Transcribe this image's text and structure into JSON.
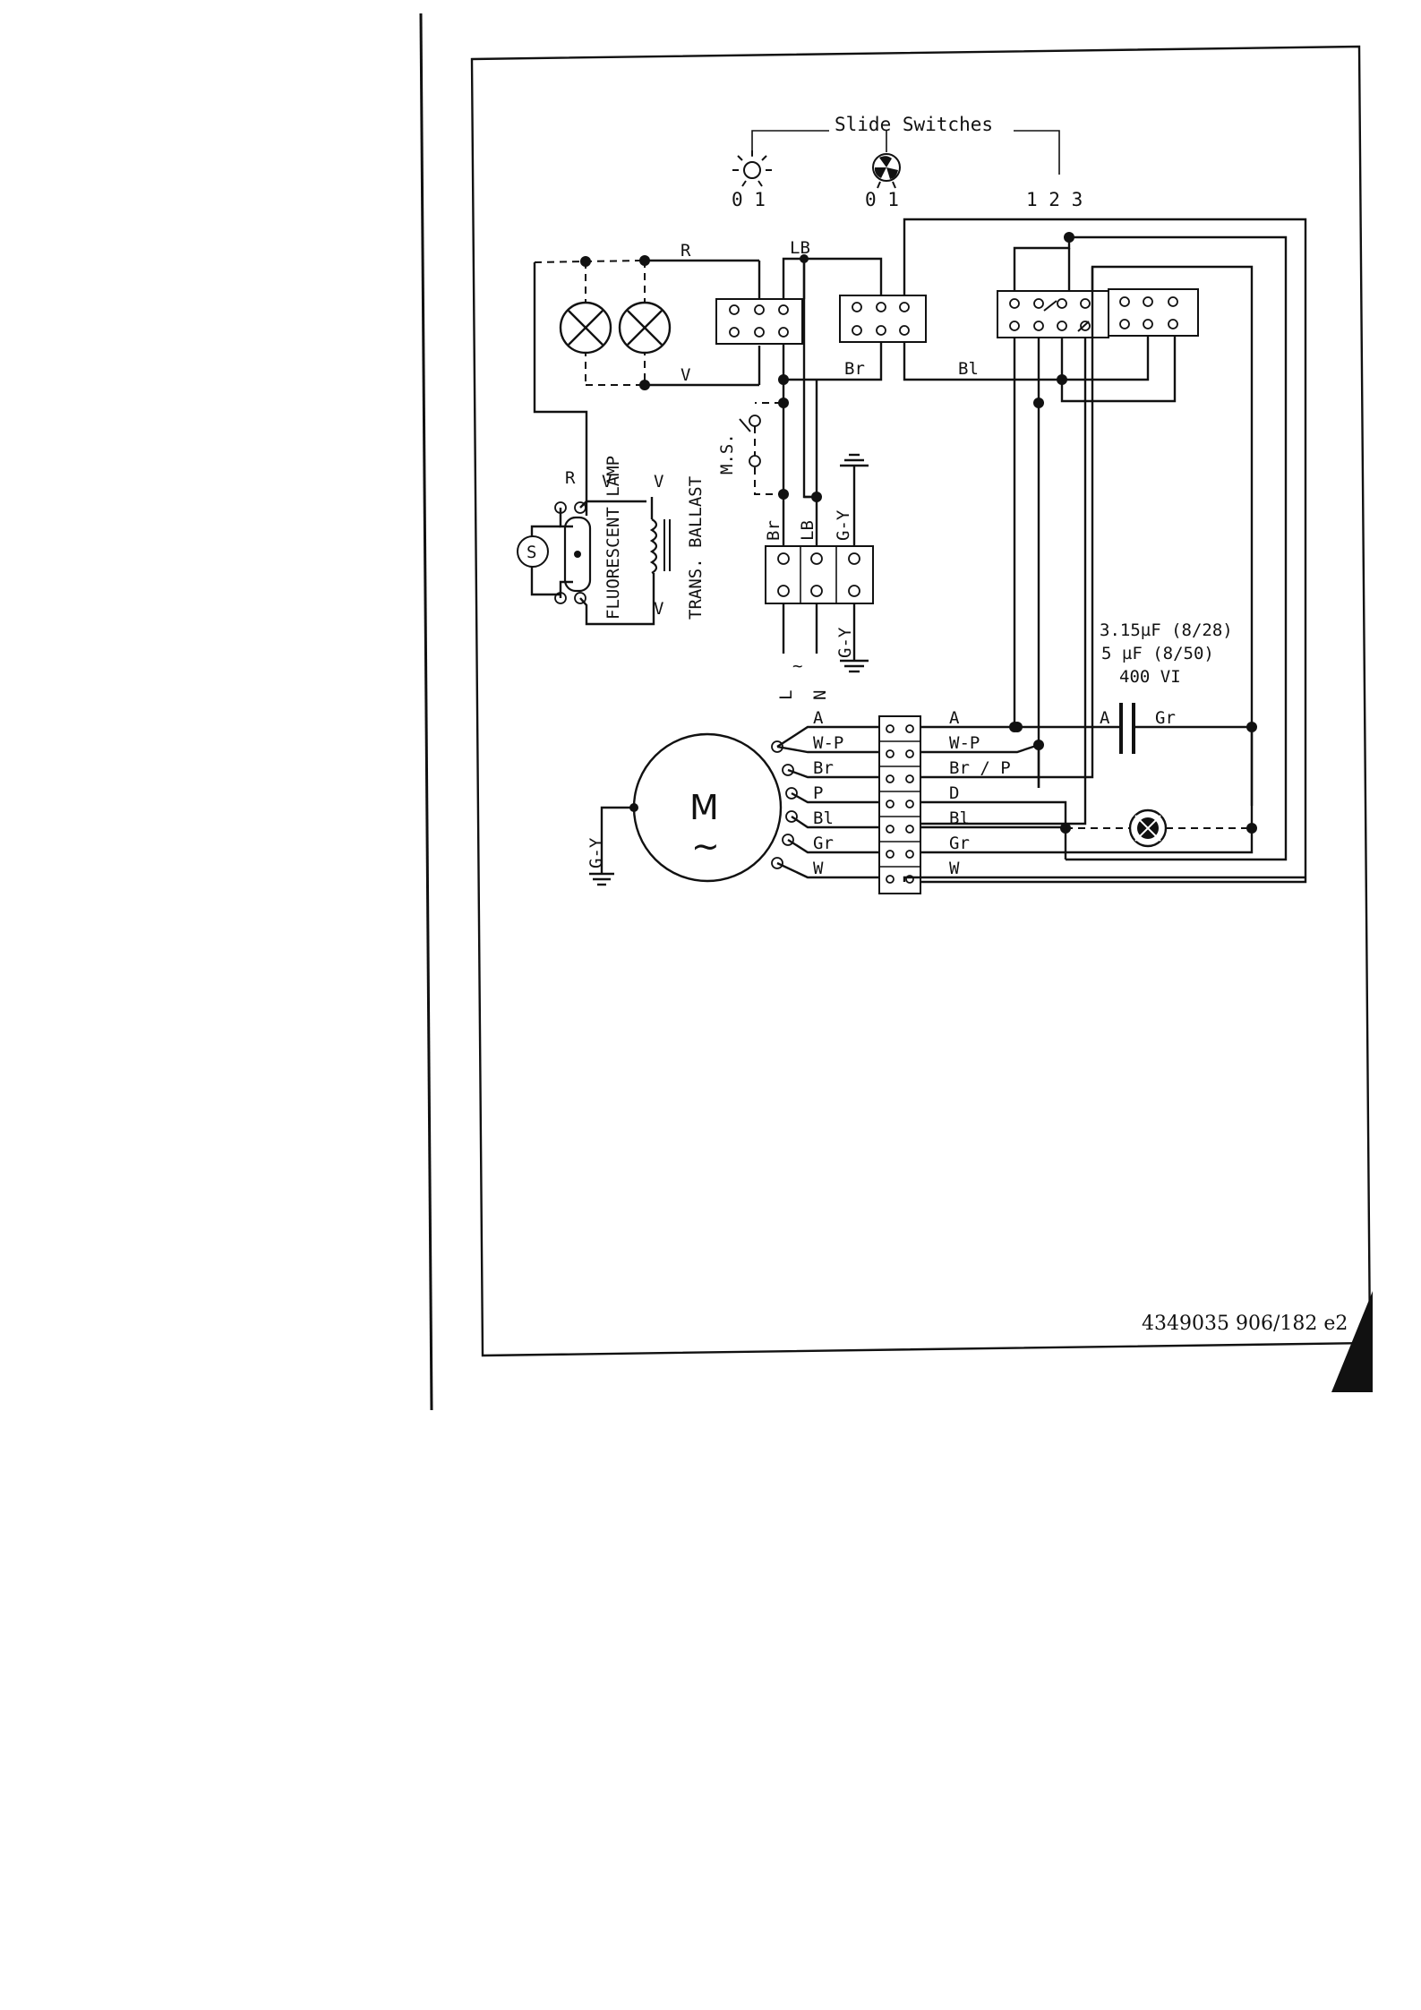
{
  "diagram": {
    "switch_title": "Slide Switches",
    "switch_light_positions": "0 1",
    "switch_fan_positions": "0 1",
    "switch_speed_positions": "1 2 3",
    "wire_R": "R",
    "wire_LB": "LB",
    "wire_V": "V",
    "wire_Br": "Br",
    "wire_Bl": "Bl",
    "lamp_R": "R",
    "lamp_V1": "V",
    "lamp_V2": "V",
    "lamp_V3": "V",
    "starter": "S",
    "fluorescent_lamp": "FLUORESCENT LAMP",
    "trans_ballast": "TRANS. BALLAST",
    "ms": "M.S.",
    "term_Br": "Br",
    "term_LB": "LB",
    "term_GY": "G-Y",
    "term_GY2": "G-Y",
    "supply_L": "L",
    "supply_N": "N",
    "supply_tilde": "~",
    "capacitor_line1": "3.15µF (8/28)",
    "capacitor_line2": "5 µF (8/50)",
    "capacitor_line3": "400 VI",
    "cap_A": "A",
    "cap_Gr": "Gr",
    "motor_M": "M",
    "motor_tilde": "~",
    "motor_gy": "G-Y",
    "motor_left_labels": [
      "A",
      "W-P",
      "Br",
      "P",
      "Bl",
      "Gr",
      "W"
    ],
    "motor_right_labels": [
      "A",
      "W-P",
      "Br / P",
      "D",
      "Bl",
      "Gr",
      "W"
    ],
    "doc_code": "4349035 906/182 e2"
  }
}
